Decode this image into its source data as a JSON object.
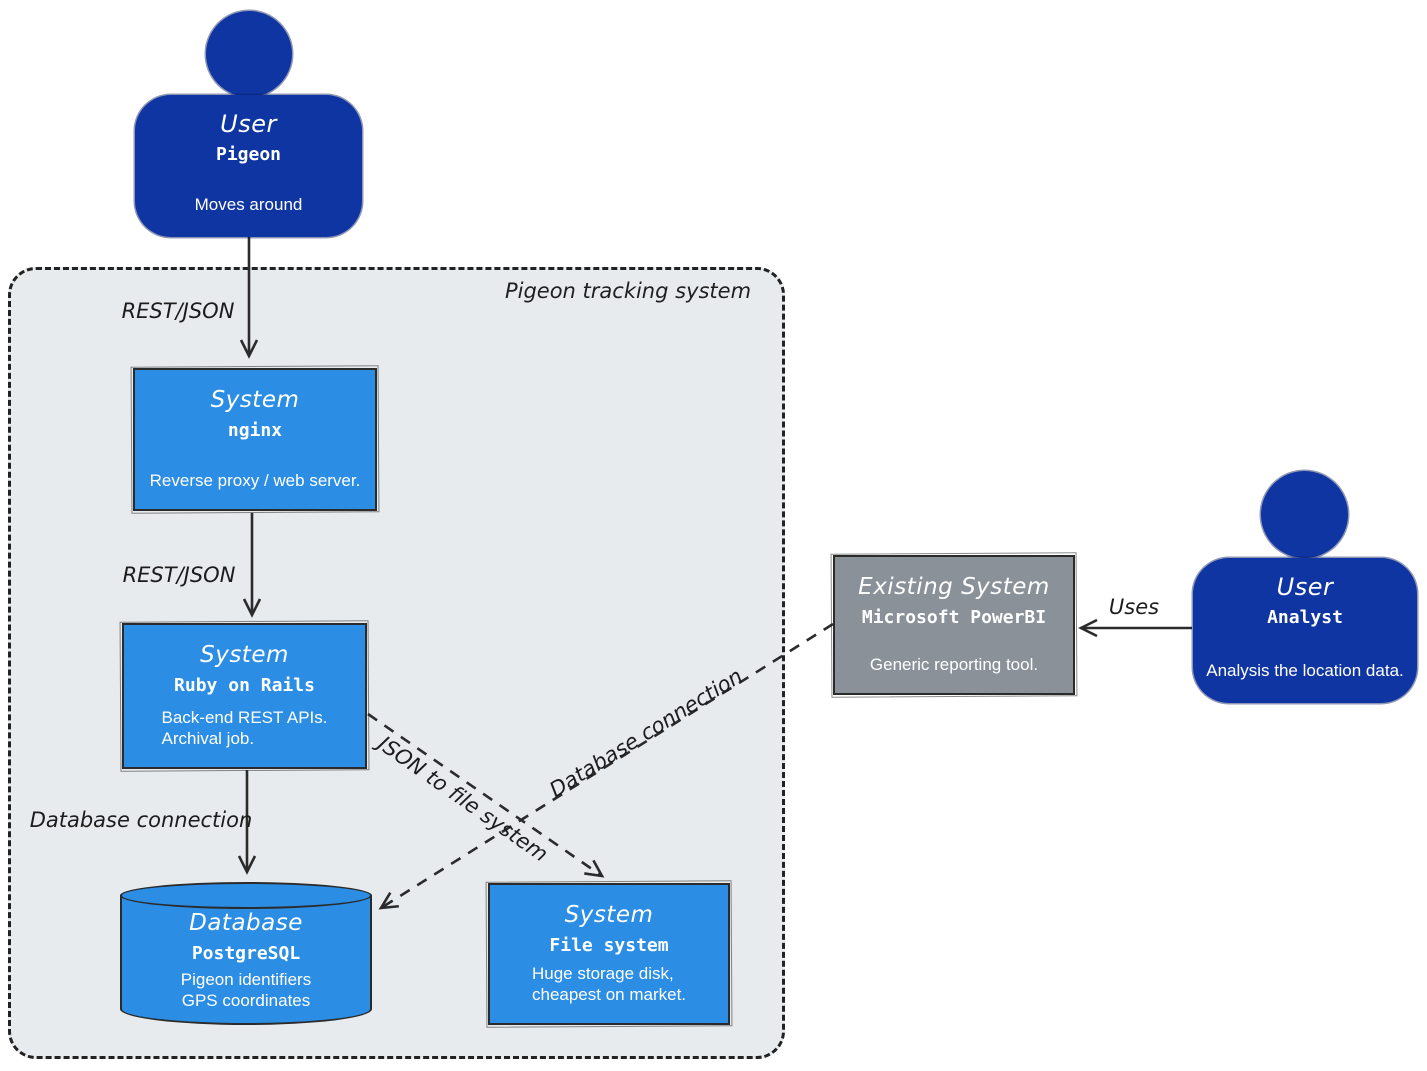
{
  "boundary": {
    "label": "Pigeon tracking system"
  },
  "colors": {
    "person_fill": "#0f35a2",
    "system_fill": "#2b8de3",
    "external_system_fill": "#8a9199",
    "boundary_fill": "#e8ebee",
    "line_stroke": "#2b2b2b",
    "text_on_fill": "#ffffff",
    "label_text": "#1c1c1c"
  },
  "nodes": {
    "pigeon": {
      "type_label": "User",
      "name": "Pigeon",
      "description": "Moves around"
    },
    "nginx": {
      "type_label": "System",
      "name": "nginx",
      "description": "Reverse proxy / web server."
    },
    "rails": {
      "type_label": "System",
      "name": "Ruby on Rails",
      "description": "Back-end REST APIs.\nArchival job."
    },
    "postgres": {
      "type_label": "Database",
      "name": "PostgreSQL",
      "description": "Pigeon identifiers\nGPS coordinates"
    },
    "filesystem": {
      "type_label": "System",
      "name": "File system",
      "description": "Huge storage disk,\ncheapest on market."
    },
    "powerbi": {
      "type_label": "Existing System",
      "name": "Microsoft PowerBI",
      "description": "Generic reporting tool."
    },
    "analyst": {
      "type_label": "User",
      "name": "Analyst",
      "description": "Analysis the location data."
    }
  },
  "edges": {
    "pigeon_to_nginx": {
      "label": "REST/JSON",
      "style": "solid"
    },
    "nginx_to_rails": {
      "label": "REST/JSON",
      "style": "solid"
    },
    "rails_to_postgres": {
      "label": "Database connection",
      "style": "solid"
    },
    "rails_to_filesystem": {
      "label": "JSON to file system",
      "style": "dashed"
    },
    "powerbi_to_postgres": {
      "label": "Database connection",
      "style": "dashed"
    },
    "analyst_to_powerbi": {
      "label": "Uses",
      "style": "solid"
    }
  }
}
